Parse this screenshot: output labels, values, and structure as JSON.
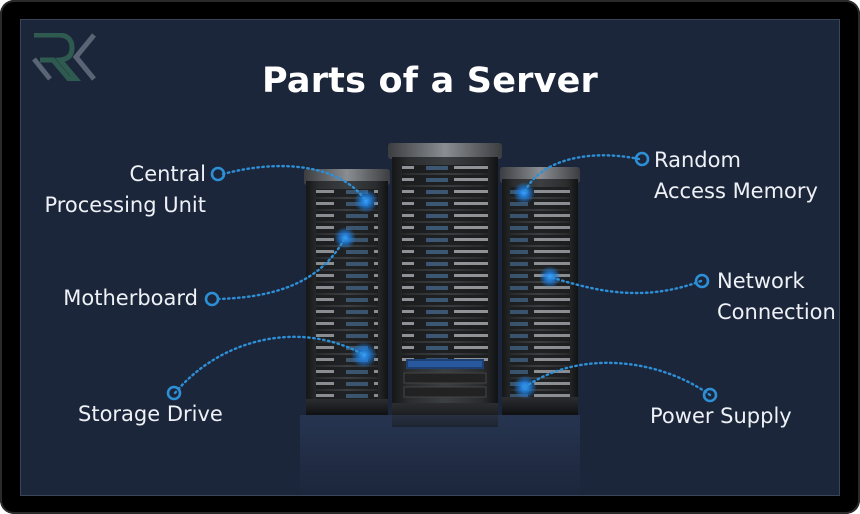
{
  "slide": {
    "title": "Parts of a Server",
    "logo": {
      "name": "RK",
      "letters": [
        "R",
        "K"
      ],
      "colors": {
        "r_bowl": "#2f5a4f",
        "gray": "#5b6474"
      }
    },
    "background_color": "#1c263b",
    "accent_color": "#2d8fd6",
    "label_color": "#eef1f5"
  },
  "components": [
    {
      "id": "cpu",
      "lines": [
        "Central",
        "Processing Unit"
      ],
      "side": "left"
    },
    {
      "id": "motherboard",
      "lines": [
        "Motherboard"
      ],
      "side": "left"
    },
    {
      "id": "storage",
      "lines": [
        "Storage Drive"
      ],
      "side": "left"
    },
    {
      "id": "ram",
      "lines": [
        "Random",
        "Access Memory"
      ],
      "side": "right"
    },
    {
      "id": "network",
      "lines": [
        "Network",
        "Connection"
      ],
      "side": "right"
    },
    {
      "id": "psu",
      "lines": [
        "Power Supply"
      ],
      "side": "right"
    }
  ],
  "illustration": {
    "subject": "three server racks",
    "rack_count": 3
  }
}
